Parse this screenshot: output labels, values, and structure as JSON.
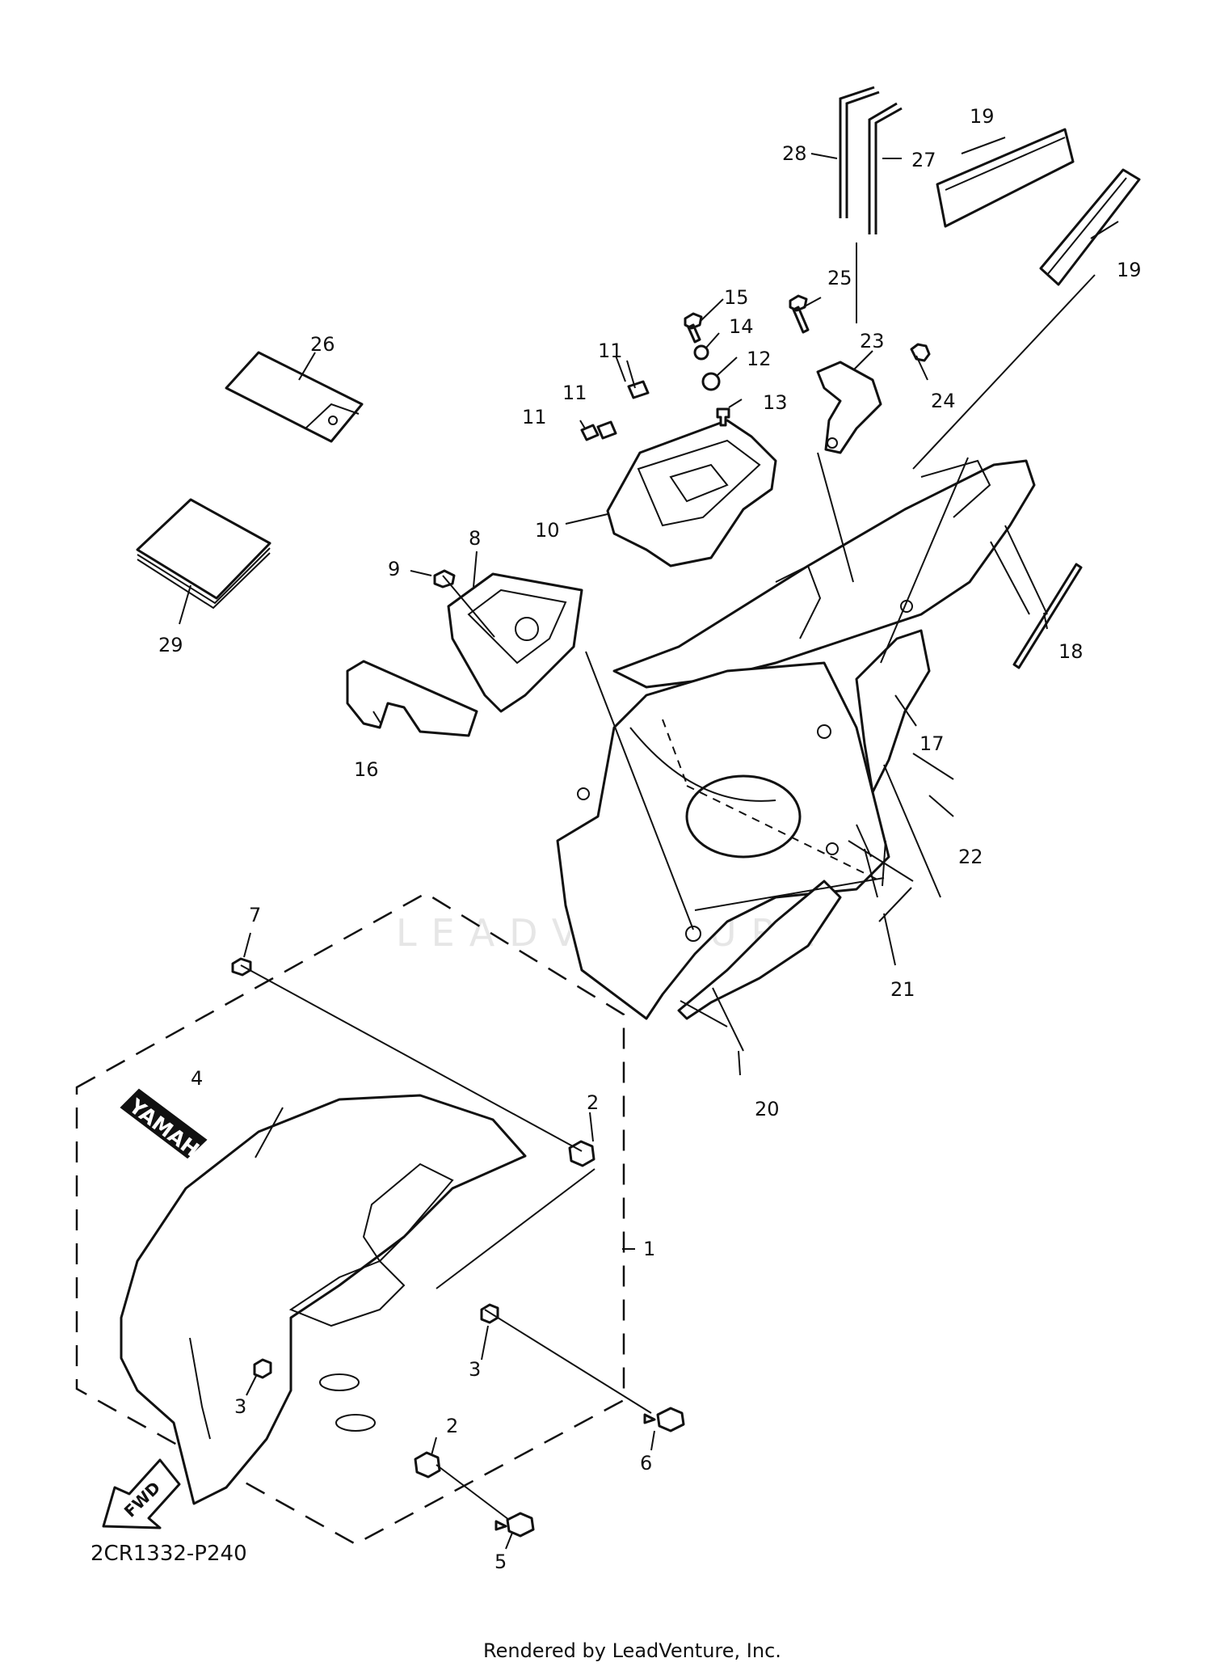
{
  "diagram_code": "2CR1332-P240",
  "footer": "Rendered by LeadVenture, Inc.",
  "watermark": "LEADVENTURE",
  "decal_text": "YAMAHA",
  "direction_label": "FWD",
  "callouts": {
    "c1": "1",
    "c2a": "2",
    "c2b": "2",
    "c3a": "3",
    "c3b": "3",
    "c4": "4",
    "c5": "5",
    "c6": "6",
    "c7": "7",
    "c8": "8",
    "c9": "9",
    "c10": "10",
    "c11a": "11",
    "c11b": "11",
    "c11c": "11",
    "c12": "12",
    "c13": "13",
    "c14": "14",
    "c15": "15",
    "c16": "16",
    "c17": "17",
    "c18": "18",
    "c19a": "19",
    "c19b": "19",
    "c20": "20",
    "c21": "21",
    "c22": "22",
    "c23": "23",
    "c24": "24",
    "c25": "25",
    "c26": "26",
    "c27": "27",
    "c28": "28",
    "c29": "29"
  }
}
